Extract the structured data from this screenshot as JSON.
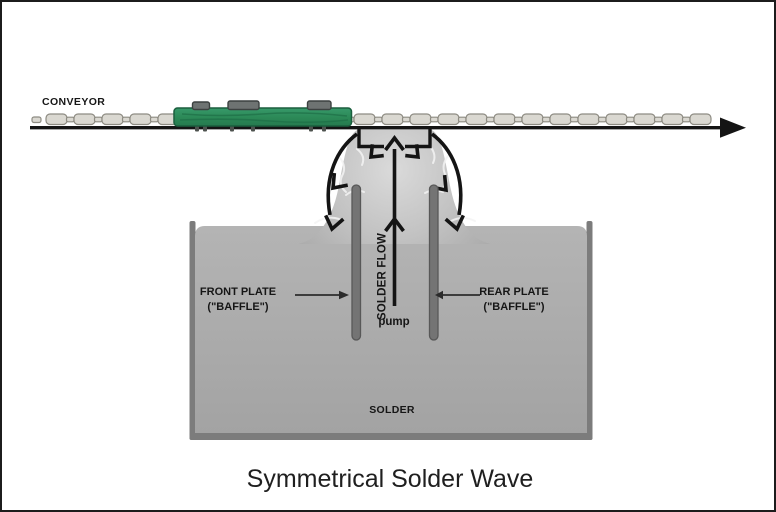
{
  "diagram": {
    "title": "Symmetrical Solder Wave",
    "labels": {
      "conveyor": "CONVEYOR",
      "front_plate": "FRONT PLATE",
      "front_plate_sub": "(\"BAFFLE\")",
      "rear_plate": "REAR PLATE",
      "rear_plate_sub": "(\"BAFFLE\")",
      "solder_flow": "SOLDER FLOW",
      "pump": "pump",
      "solder": "SOLDER"
    },
    "colors": {
      "background": "#ffffff",
      "arrow_black": "#141414",
      "pcb_green": "#2f8f5e",
      "component_gray": "#6e7372",
      "conveyor_link_beige": "#dad8d1",
      "solder_bath_gray": "#a9a9a9",
      "solder_wave_gray": "#c2c2c2",
      "tank_wall_gray": "#7c7c7c",
      "baffle_plate_gray": "#747474"
    }
  }
}
